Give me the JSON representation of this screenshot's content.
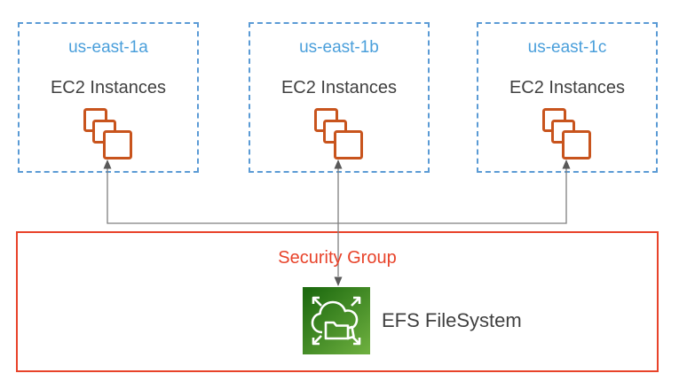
{
  "diagram": {
    "zones": [
      {
        "name": "us-east-1a",
        "instances_label": "EC2 Instances"
      },
      {
        "name": "us-east-1b",
        "instances_label": "EC2 Instances"
      },
      {
        "name": "us-east-1c",
        "instances_label": "EC2 Instances"
      }
    ],
    "security_group": {
      "label": "Security Group"
    },
    "efs": {
      "label": "EFS FileSystem"
    }
  },
  "colors": {
    "az_border": "#5B9BD5",
    "az_label": "#4A9FDB",
    "ec2_icon": "#C8541D",
    "text_dark": "#404040",
    "security_group": "#E8432A",
    "connector": "#7F7F7F",
    "arrowhead": "#595959",
    "efs_green_dark": "#1E6B10",
    "efs_green_light": "#6CAE3E"
  }
}
